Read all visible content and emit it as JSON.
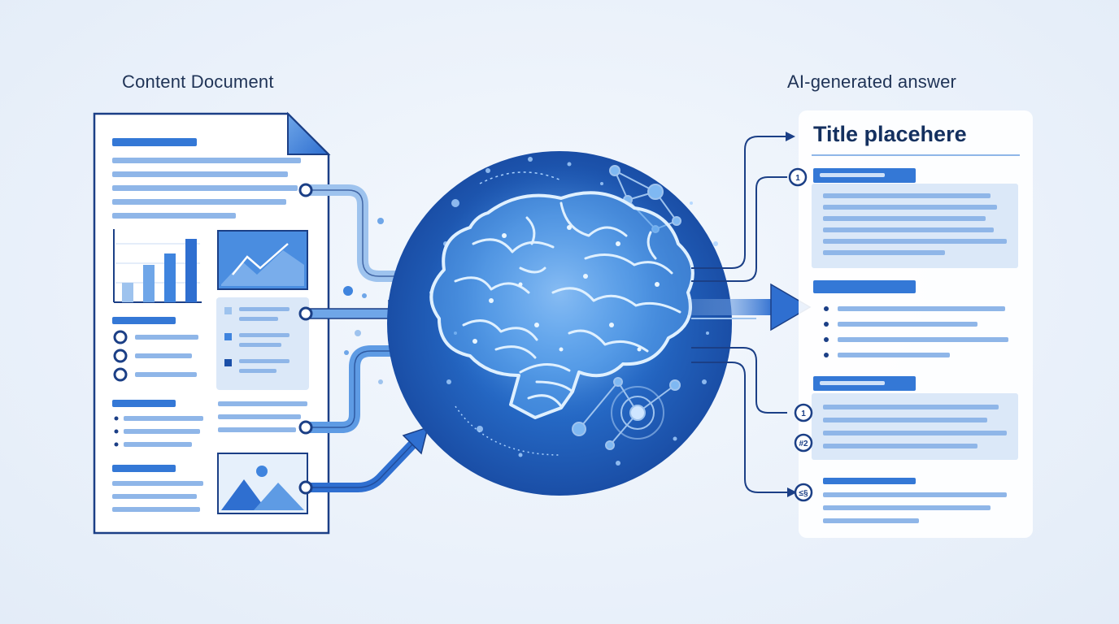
{
  "headings": {
    "document": "Content Document",
    "answer": "AI-generated answer"
  },
  "answer": {
    "title": "Title placehere",
    "markers": [
      "1",
      "1",
      "#2",
      "≤§"
    ]
  },
  "icons": [
    "document-icon",
    "bar-chart-icon",
    "line-chart-icon",
    "image-icon",
    "brain-icon",
    "network-icon",
    "arrow-icon"
  ],
  "colors": {
    "primary": "#2f6fd0",
    "light": "#9ec3ee",
    "pale": "#dbe8f8",
    "outline": "#1b3f86",
    "background": "#edf3fb"
  }
}
